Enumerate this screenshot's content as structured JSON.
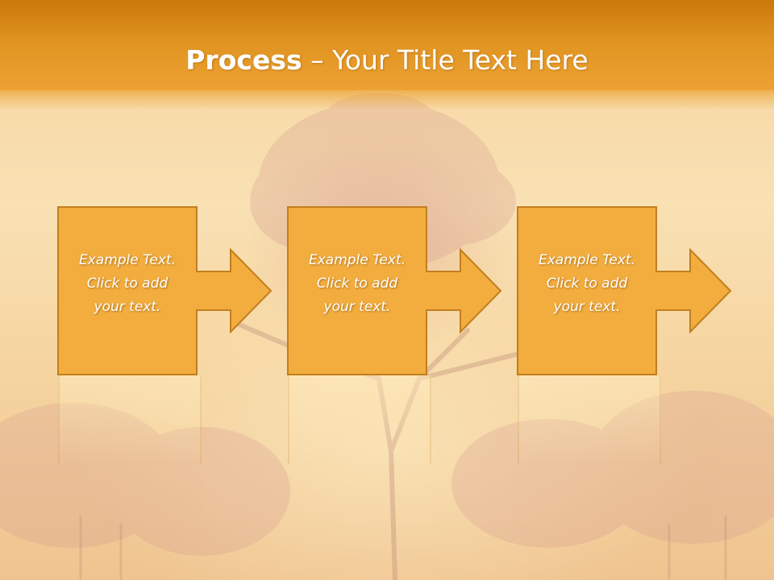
{
  "slide": {
    "title_bold": "Process",
    "title_rest": " – Your Title Text Here"
  },
  "steps": [
    {
      "line1": "Example Text.",
      "line2": "Click  to add",
      "line3": "your text."
    },
    {
      "line1": "Example Text.",
      "line2": "Click  to add",
      "line3": "your text."
    },
    {
      "line1": "Example Text.",
      "line2": "Click  to add",
      "line3": "your text."
    }
  ],
  "colors": {
    "header": "#e09320",
    "block_fill": "#f2ad3e",
    "block_border": "#c27f1e",
    "text": "#ffffff"
  }
}
